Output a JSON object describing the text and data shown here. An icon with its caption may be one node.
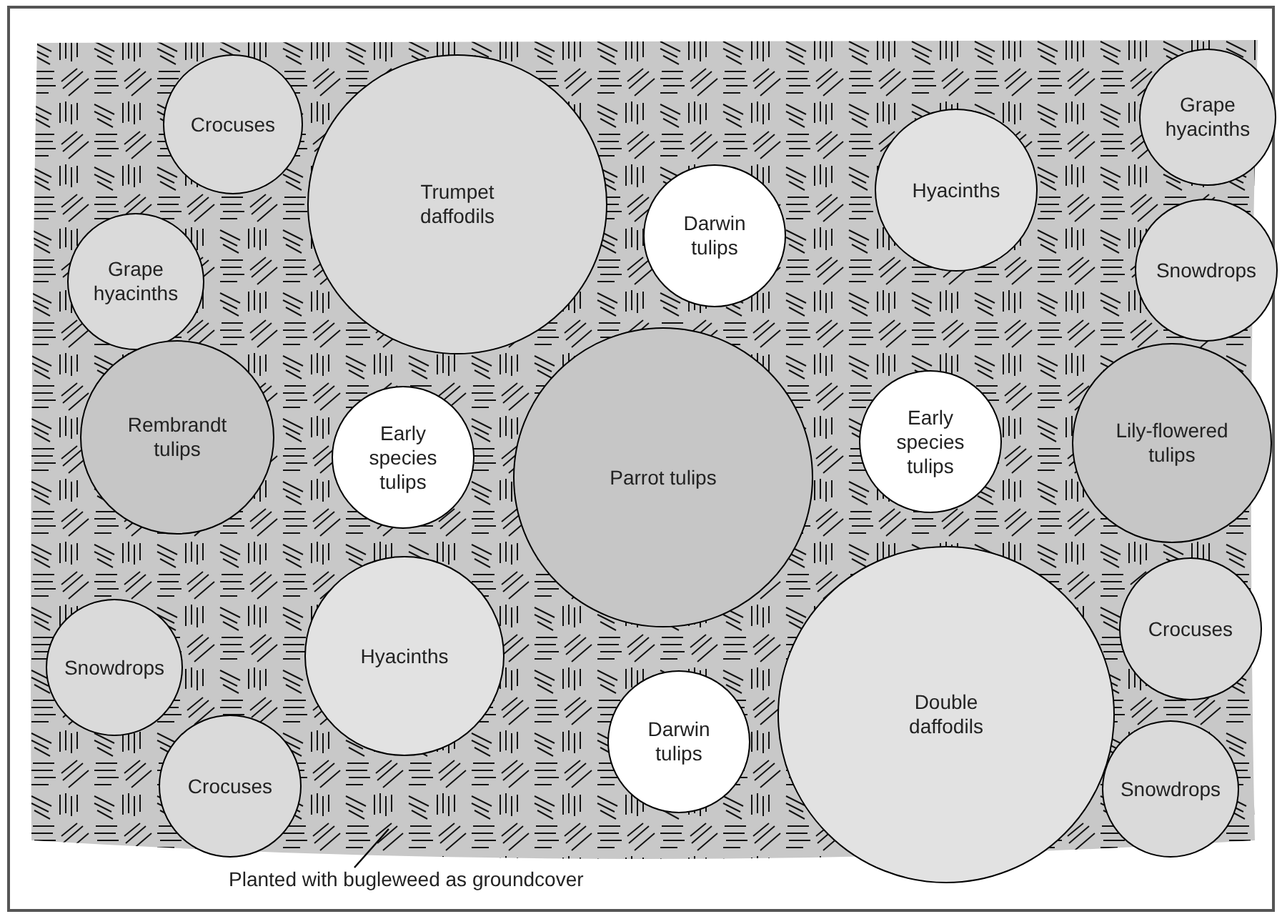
{
  "diagram": {
    "nodes": [
      {
        "text": [],
        "shape": "box"
      },
      {
        "text": [
          "Crocuses"
        ],
        "in": 0
      },
      {
        "text": [
          "Grape hyacinths"
        ],
        "in": 0
      },
      {
        "text": [
          "Trumpet daffodils"
        ],
        "in": 0
      },
      {
        "text": [
          "Hyacinths"
        ],
        "in": 0
      },
      {
        "text": [
          "Darwin tulips"
        ],
        "in": 0
      },
      {
        "text": [
          "Snowdrops"
        ],
        "in": 0
      },
      {
        "text": [
          "Grape hyacinths"
        ],
        "in": 0
      },
      {
        "text": [
          "Rembrandt tulips"
        ],
        "in": 0
      },
      {
        "text": [
          "Early species tulips"
        ],
        "in": 0
      },
      {
        "text": [
          "Parrot tulips"
        ],
        "in": 0
      },
      {
        "text": [
          "Early species tulips"
        ],
        "in": 0
      },
      {
        "text": [
          "Lily-flowered tulips"
        ],
        "in": 0
      },
      {
        "text": [
          "Crocuses"
        ],
        "in": 0
      },
      {
        "text": [
          "Snowdrops"
        ],
        "in": 0
      },
      {
        "text": [
          "Hyacinths"
        ],
        "in": 0
      },
      {
        "text": [
          "Double daffodils"
        ],
        "in": 0
      },
      {
        "text": [
          "Darwin tulips"
        ],
        "in": 0
      },
      {
        "text": [
          "Crocuses"
        ],
        "in": 0
      },
      {
        "text": [
          "Snowdrops"
        ],
        "in": 0
      },
      {
        "text": [
          "Planted with bugleweed as groundcover"
        ]
      }
    ],
    "edges": [
      {
        "from": 20,
        "to": 0,
        "arrow": "none"
      }
    ]
  }
}
